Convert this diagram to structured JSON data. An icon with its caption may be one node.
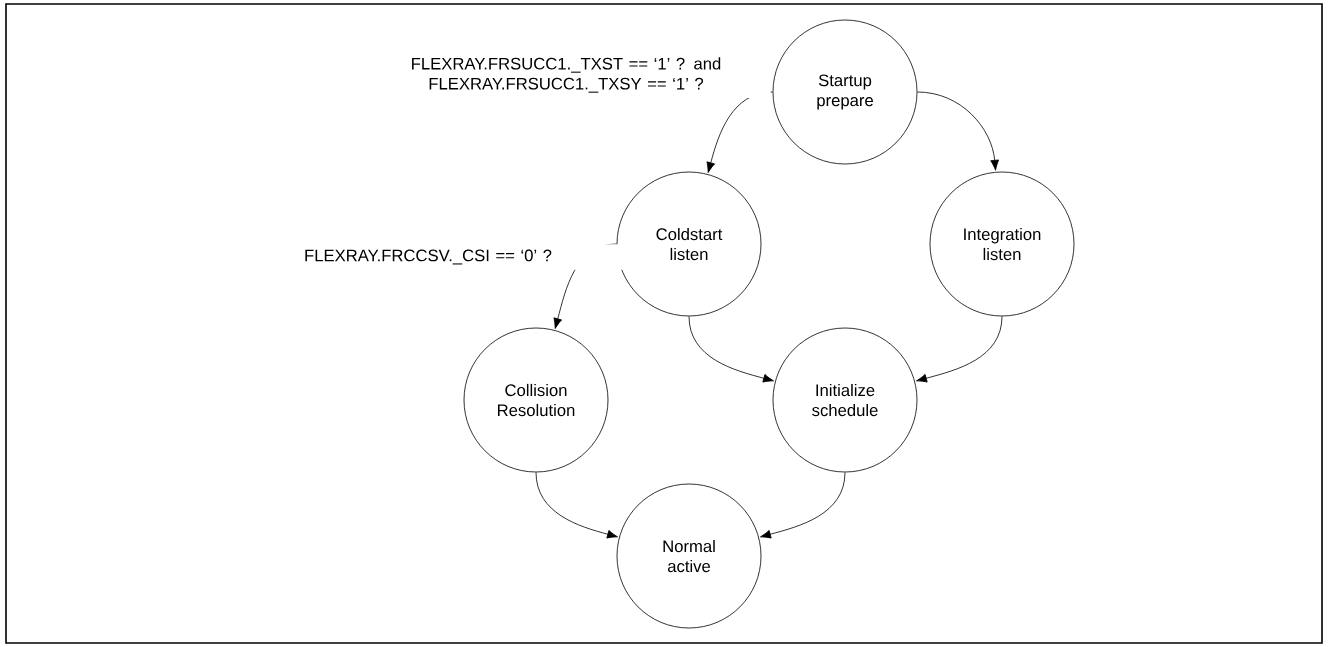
{
  "diagram": {
    "nodes": [
      {
        "text": [
          "Startup prepare"
        ]
      },
      {
        "text": [
          "Coldstart listen"
        ]
      },
      {
        "text": [
          "Integration listen"
        ]
      },
      {
        "text": [
          "Collision Resolution"
        ]
      },
      {
        "text": [
          "Initialize schedule"
        ]
      },
      {
        "text": [
          "Normal active"
        ]
      }
    ],
    "edges": [
      {
        "from": 0,
        "to": 1,
        "arrow": "to",
        "label": "FLEXRAY.FRSUCC1._TXST == ‘1’ ? and FLEXRAY.FRSUCC1._TXSY == ‘1’ ?"
      },
      {
        "from": 0,
        "to": 2,
        "arrow": "to"
      },
      {
        "from": 1,
        "to": 3,
        "arrow": "to",
        "label": "FLEXRAY.FRCCSV._CSI == ‘0’ ?"
      },
      {
        "from": 1,
        "to": 4,
        "arrow": "to"
      },
      {
        "from": 2,
        "to": 4,
        "arrow": "to"
      },
      {
        "from": 3,
        "to": 5,
        "arrow": "to"
      },
      {
        "from": 4,
        "to": 5,
        "arrow": "to"
      }
    ]
  }
}
